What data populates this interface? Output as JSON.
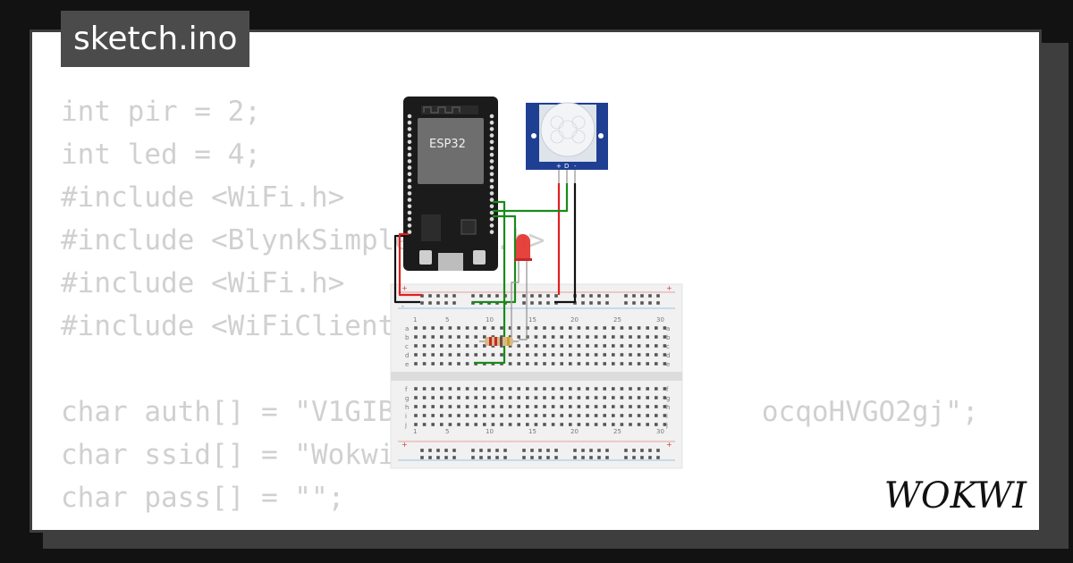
{
  "app": {
    "filename": "sketch.ino",
    "brand": "WOKWI"
  },
  "code": {
    "lines": [
      "int pir = 2;",
      "int led = 4;",
      "#include <WiFi.h>",
      "#include <BlynkSimpleEsp32.h>",
      "#include <WiFi.h>",
      "#include <WiFiClient.h>",
      "",
      "char auth[] = \"V1GIB                      ocqoHVGO2gj\";",
      "char ssid[] = \"Wokwi",
      "char pass[] = \"\";"
    ]
  },
  "diagram": {
    "board_label": "ESP32",
    "sensor_pins": [
      "+",
      "D",
      "-"
    ],
    "column_numbers": [
      "1",
      "5",
      "10",
      "15",
      "20",
      "25",
      "30"
    ],
    "rows_top": [
      "a",
      "b",
      "c",
      "d",
      "e"
    ],
    "rows_bottom": [
      "f",
      "g",
      "h",
      "i",
      "j"
    ],
    "rail_plus": "+",
    "rail_minus": "-"
  },
  "colors": {
    "background": "#121212",
    "card": "#ffffff",
    "frame": "#3e3e3e",
    "tab": "#4b4b4b",
    "code_text": "#d0d0d0",
    "wire_red": "#e02020",
    "wire_green": "#1a8a1a",
    "wire_black": "#111111",
    "led_red": "#e53935",
    "sensor_blue": "#1f3f93"
  }
}
